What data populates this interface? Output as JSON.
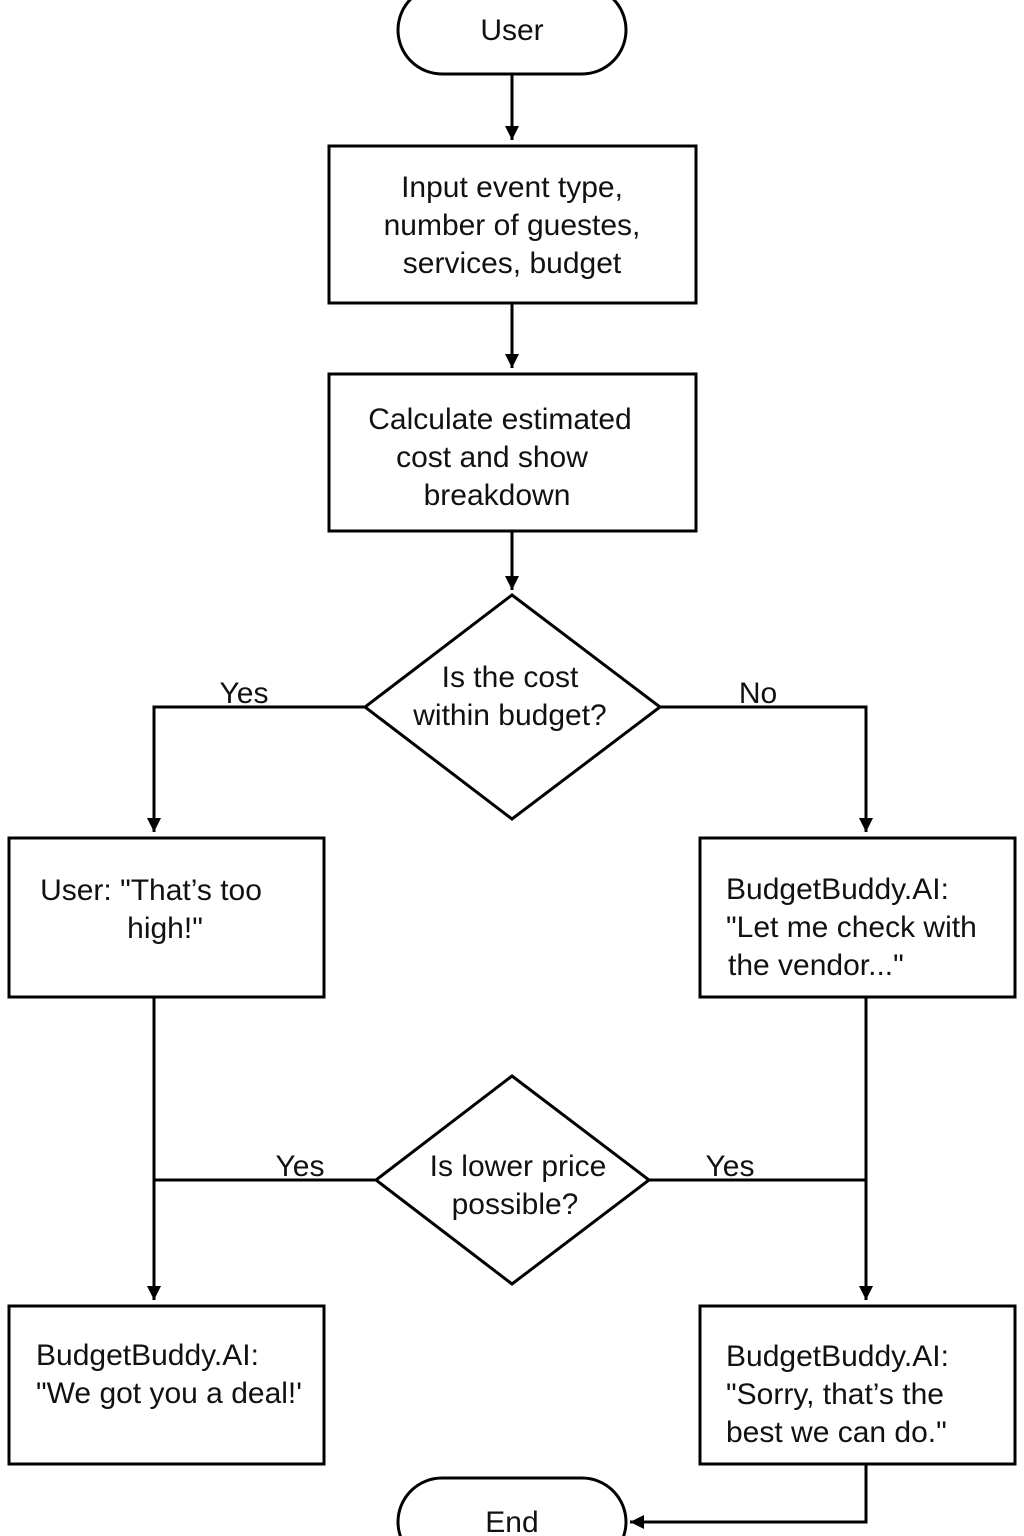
{
  "nodes": {
    "start": {
      "label": "User"
    },
    "input": {
      "lines": [
        "Input event type,",
        "number of guestes,",
        "services, budget"
      ]
    },
    "calculate": {
      "lines": [
        "Calculate estimated",
        "cost and show",
        "breakdown"
      ]
    },
    "decision_budget": {
      "lines": [
        "Is the cost",
        "within budget?"
      ]
    },
    "user_too_high": {
      "lines": [
        "User: \"That’s too",
        "high!\""
      ]
    },
    "check_vendor": {
      "lines": [
        "BudgetBuddy.AI:",
        "\"Let me check with",
        "the vendor...\""
      ]
    },
    "decision_lower": {
      "lines": [
        "Is lower price",
        "possible?"
      ]
    },
    "deal": {
      "lines": [
        "BudgetBuddy.AI:",
        "\"We got you a deal!'"
      ]
    },
    "sorry": {
      "lines": [
        "BudgetBuddy.AI:",
        "\"Sorry, that’s the",
        "best we can do.\""
      ]
    },
    "end": {
      "label": "End"
    }
  },
  "edges": {
    "budget_yes": "Yes",
    "budget_no": "No",
    "lower_yes_left": "Yes",
    "lower_yes_right": "Yes"
  }
}
